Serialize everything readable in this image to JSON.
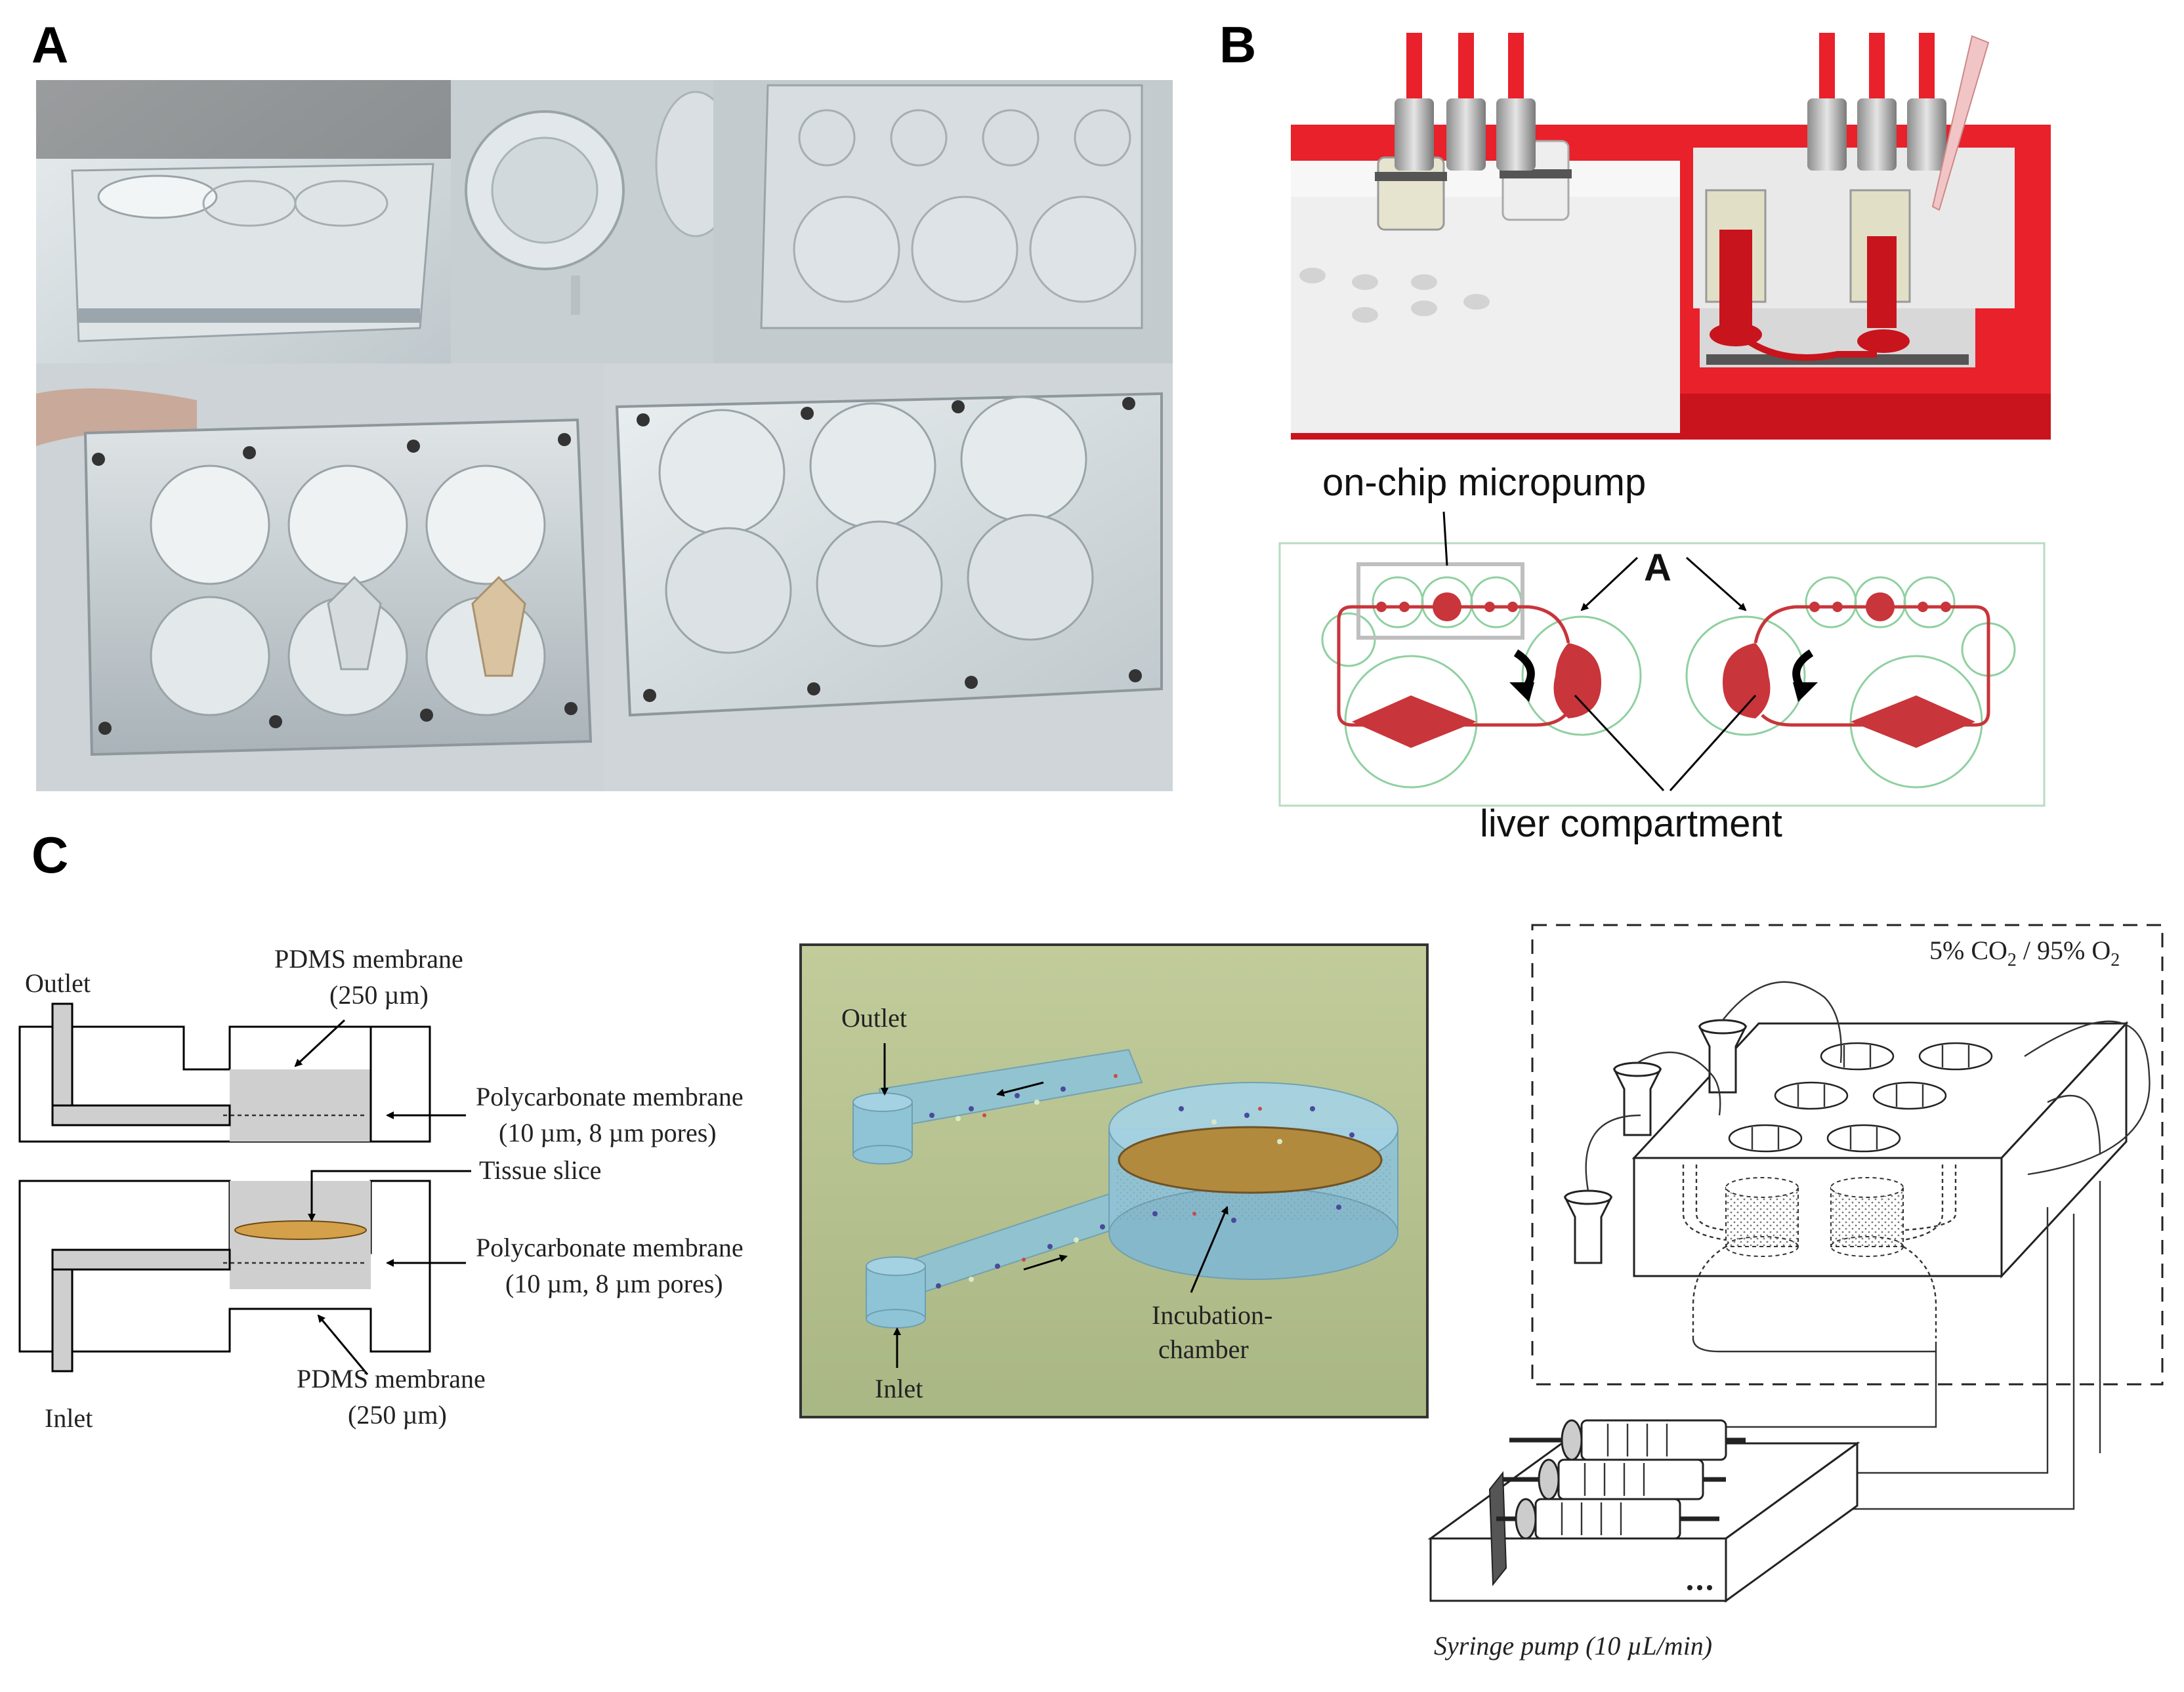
{
  "panels": {
    "a": {
      "letter": "A"
    },
    "b": {
      "letter": "B",
      "label_micropump": "on-chip micropump",
      "label_a": "A",
      "label_liver": "liver compartment"
    },
    "c": {
      "letter": "C",
      "cross_section": {
        "outlet": "Outlet",
        "inlet": "Inlet",
        "pdms_top_1": "PDMS membrane",
        "pdms_top_2": "(250 µm)",
        "poly_top_1": "Polycarbonate membrane",
        "poly_top_2": "(10 µm, 8 µm pores)",
        "tissue": "Tissue slice",
        "poly_bot_1": "Polycarbonate membrane",
        "poly_bot_2": "(10 µm, 8 µm pores)",
        "pdms_bot_1": "PDMS membrane",
        "pdms_bot_2": "(250 µm)"
      },
      "chamber_3d": {
        "outlet": "Outlet",
        "inlet": "Inlet",
        "chamber_1": "Incubation-",
        "chamber_2": "chamber"
      },
      "setup": {
        "gas_co2": "5% CO",
        "gas_sub": "2",
        "gas_sep": " / 95% O",
        "gas_sub2": "2",
        "pump": "Syringe pump (10 µL/min)"
      }
    }
  },
  "colors": {
    "pump_red": "#e8212b",
    "channel_red": "#c8353a",
    "green_outline": "#8fd0a0",
    "chamber_bg": "#b8c592",
    "fluid_blue": "#8fc3d6",
    "tissue_brown": "#b28a3e"
  }
}
